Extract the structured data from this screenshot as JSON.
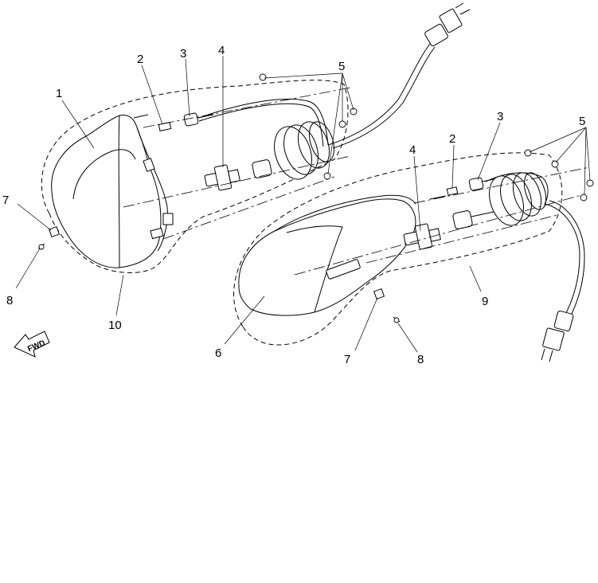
{
  "callouts": {
    "left_1": "1",
    "left_2": "2",
    "left_3": "3",
    "left_4": "4",
    "left_5": "5",
    "left_7": "7",
    "left_8": "8",
    "left_10": "10",
    "right_2": "2",
    "right_3": "3",
    "right_4": "4",
    "right_5": "5",
    "right_6": "6",
    "right_7": "7",
    "right_8": "8",
    "right_9": "9"
  },
  "direction_marker": {
    "text": "FWD",
    "icon": "arrow-left-icon"
  }
}
